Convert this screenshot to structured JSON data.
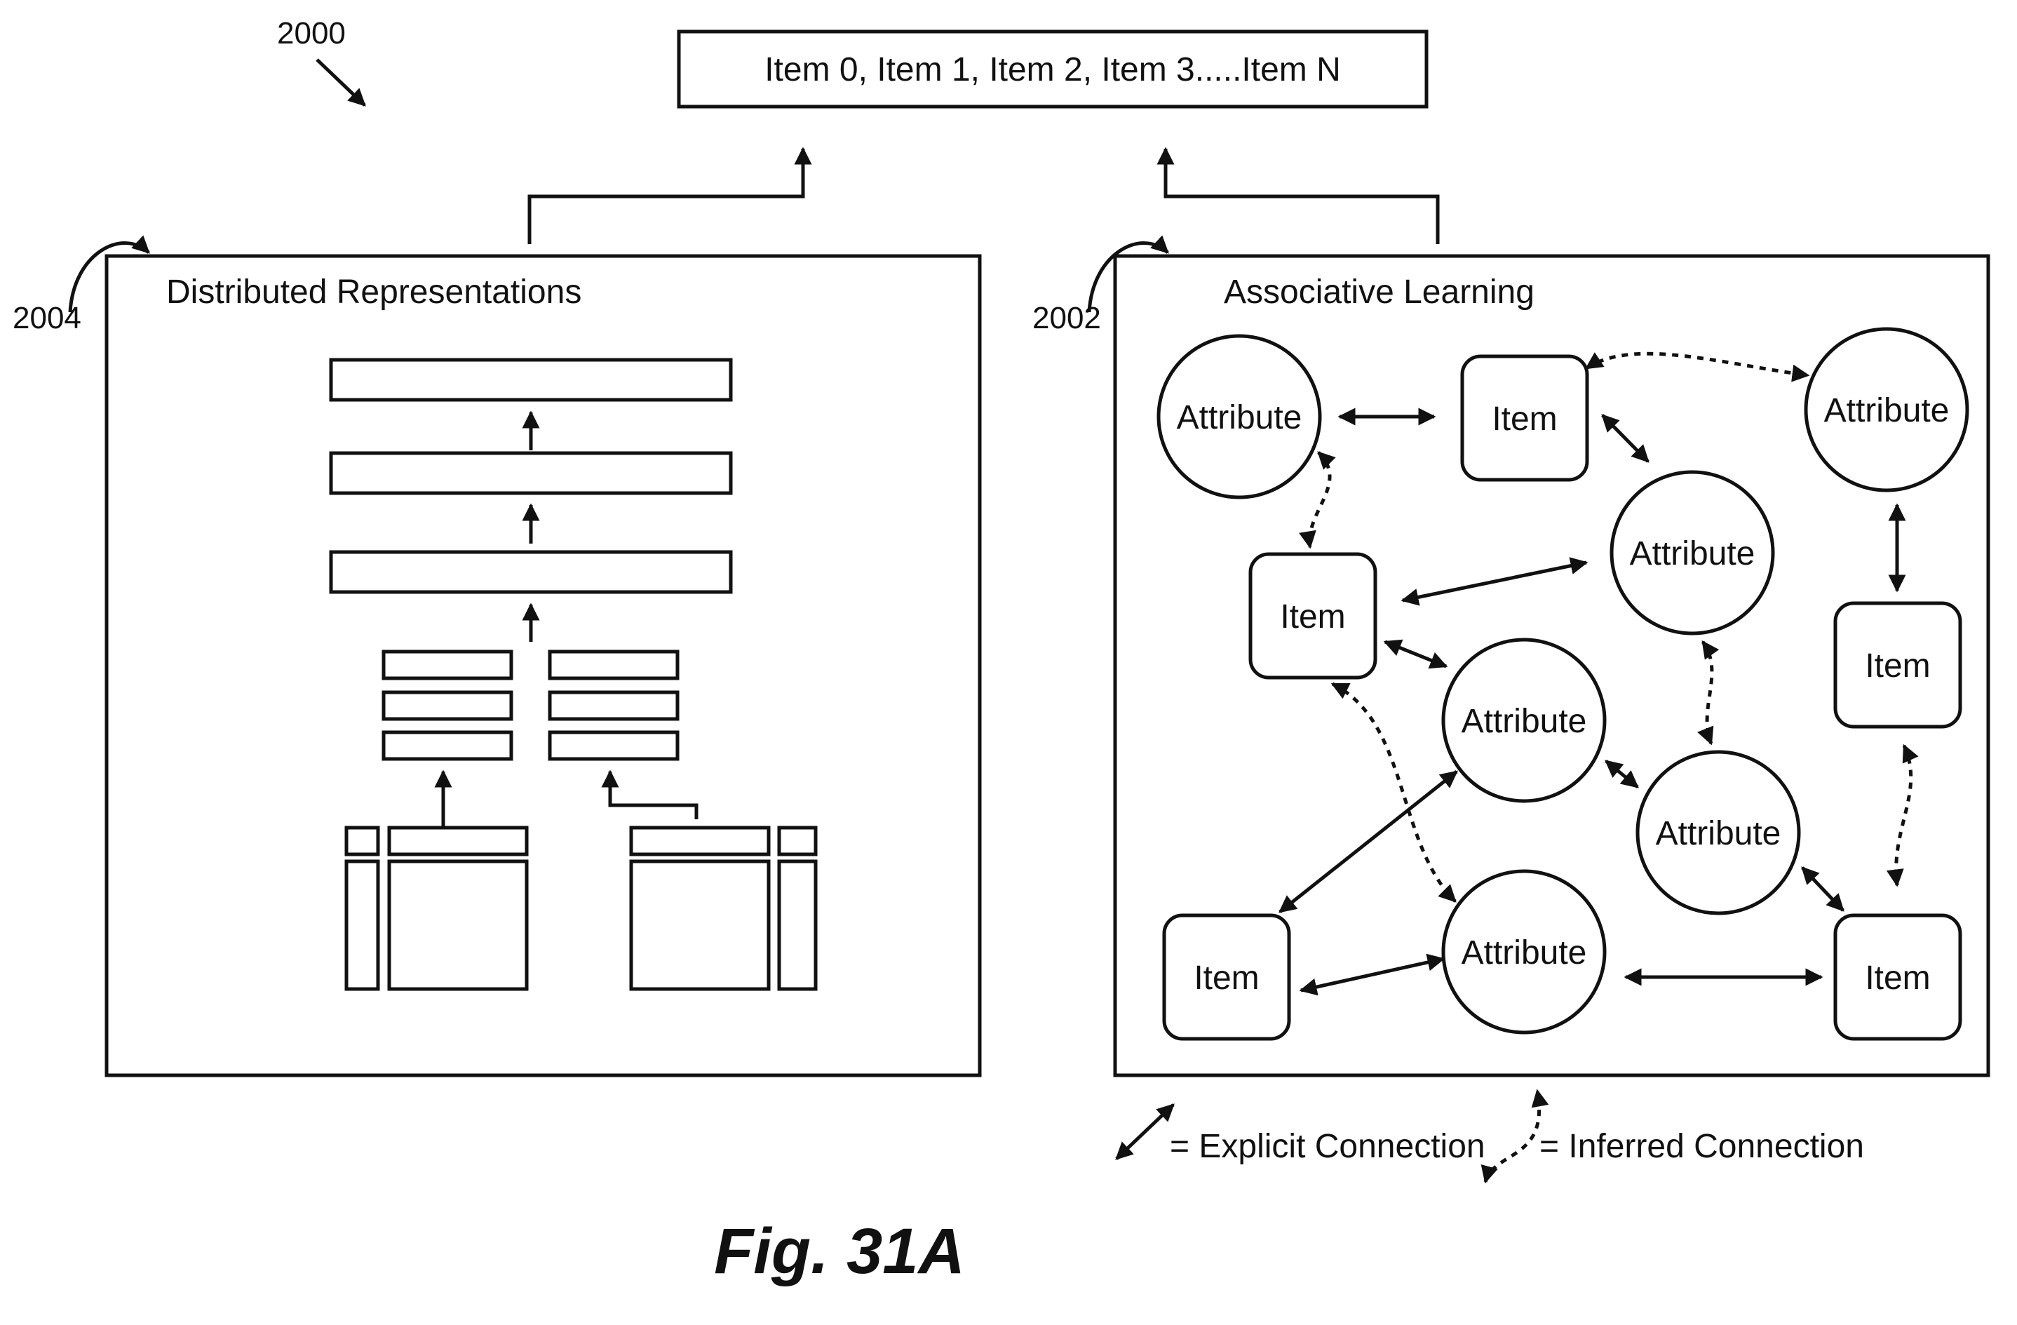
{
  "figure": {
    "ref_main": "2000",
    "ref_left": "2004",
    "ref_right": "2002",
    "output_box": "Item 0, Item 1, Item 2, Item 3.....Item N",
    "caption": "Fig. 31A"
  },
  "left_panel": {
    "title": "Distributed Representations"
  },
  "right_panel": {
    "title": "Associative Learning",
    "nodes": {
      "attr_a": "Attribute",
      "item_a": "Item",
      "attr_b": "Attribute",
      "attr_c": "Attribute",
      "item_b": "Item",
      "item_c": "Item",
      "attr_d": "Attribute",
      "attr_e": "Attribute",
      "item_d": "Item",
      "attr_f": "Attribute",
      "item_e": "Item"
    }
  },
  "legend": {
    "explicit": "= Explicit Connection",
    "inferred": "= Inferred Connection"
  },
  "colors": {
    "ink": "#111111",
    "background": "#ffffff"
  }
}
